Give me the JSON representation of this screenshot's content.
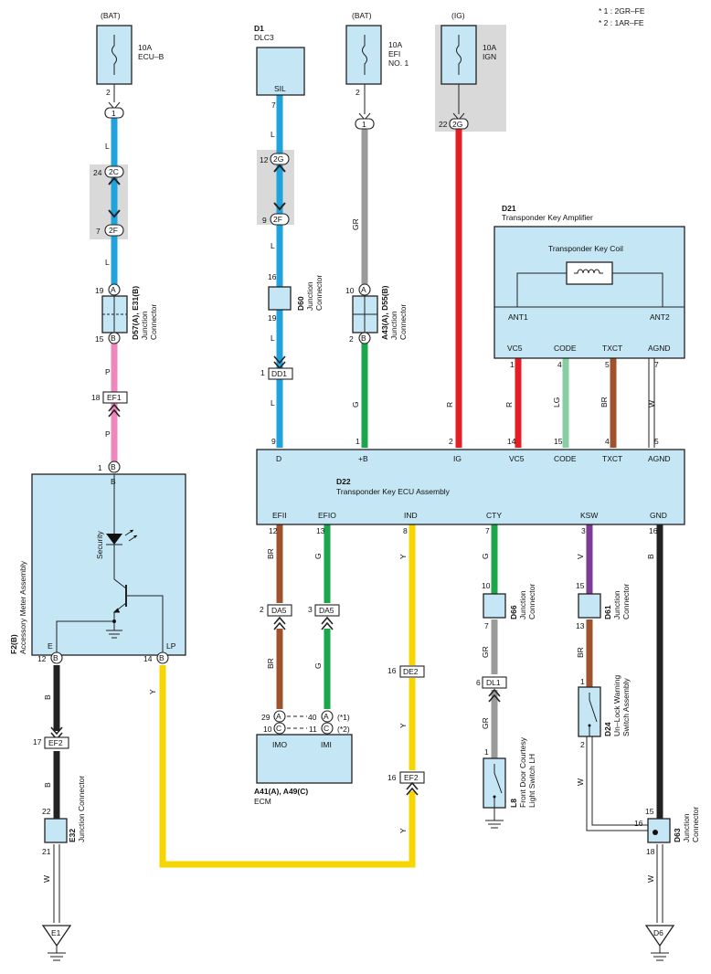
{
  "notes": [
    "* 1 : 2GR–FE",
    "* 2 : 1AR–FE"
  ],
  "colors": {
    "L": "#1ea3dc",
    "P": "#ef86bd",
    "B": "#222222",
    "Y": "#f7d600",
    "R": "#e41e26",
    "GR": "#9a9a9a",
    "G": "#1aa64a",
    "V": "#7d3a96",
    "BR": "#a0522d",
    "LG": "#86cfa0",
    "W": "#ffffff",
    "box_fill": "#c5e6f5",
    "junction_shade": "#d9d9d9"
  },
  "fuses": [
    {
      "source": "(BAT)",
      "rating": "10A",
      "name": "ECU–B"
    },
    {
      "source": "(BAT)",
      "rating": "10A",
      "name": "EFI",
      "name2": "NO. 1"
    },
    {
      "source": "(IG)",
      "rating": "10A",
      "name": "IGN"
    }
  ],
  "dlc3": {
    "id": "D1",
    "name": "DLC3",
    "pin": "SIL"
  },
  "amp": {
    "id": "D21",
    "name": "Transponder Key Amplifier",
    "coil": "Transponder Key Coil",
    "ant1": "ANT1",
    "ant2": "ANT2",
    "pins": [
      "VC5",
      "CODE",
      "TXCT",
      "AGND"
    ],
    "nums": [
      "1",
      "4",
      "5",
      "7"
    ]
  },
  "ecu": {
    "id": "D22",
    "name": "Transponder Key ECU Assembly",
    "top_pins": [
      "D",
      "+B",
      "IG",
      "VC5",
      "CODE",
      "TXCT",
      "AGND"
    ],
    "top_nums": [
      "9",
      "1",
      "2",
      "14",
      "15",
      "4",
      "5"
    ],
    "bot_pins": [
      "EFII",
      "EFIO",
      "IND",
      "CTY",
      "KSW",
      "GND"
    ],
    "bot_nums": [
      "12",
      "13",
      "8",
      "7",
      "3",
      "16"
    ]
  },
  "meter": {
    "id": "F2(B)",
    "name": "Accessory Meter Assembly",
    "security": "Security",
    "pin_b": "B",
    "pin_e": "E",
    "pin_lp": "LP"
  },
  "ecm": {
    "id": "A41(A), A49(C)",
    "name": "ECM",
    "imo": "IMO",
    "imi": "IMI",
    "note1": "(*1)",
    "note2": "(*2)"
  },
  "jc": {
    "d57": {
      "id": "D57(A), E31(B)",
      "l1": "Junction",
      "l2": "Connector"
    },
    "d60": {
      "id": "D60",
      "l1": "Junction",
      "l2": "Connector"
    },
    "a43": {
      "id": "A43(A), D55(B)",
      "l1": "Junction",
      "l2": "Connector"
    },
    "e32": {
      "id": "E32",
      "l1": "Junction Connector"
    },
    "d66": {
      "id": "D66",
      "l1": "Junction",
      "l2": "Connector"
    },
    "d61": {
      "id": "D61",
      "l1": "Junction",
      "l2": "Connector"
    },
    "d63": {
      "id": "D63",
      "l1": "Junction",
      "l2": "Connector"
    },
    "l8": {
      "id": "L8",
      "l1": "Front Door Courtesy",
      "l2": "Light Switch LH"
    },
    "d24": {
      "id": "D24",
      "l1": "Un–Lock Warning",
      "l2": "Switch Assembly"
    }
  },
  "connectors": {
    "ef1": "EF1",
    "ef2": "EF2",
    "dd1": "DD1",
    "da5": "DA5",
    "de2": "DE2",
    "dl1": "DL1",
    "c1": "1",
    "c2c": "2C",
    "c2f": "2F",
    "c2g": "2G",
    "pA": "A",
    "pB": "B",
    "pC": "C"
  },
  "grounds": {
    "e1": "E1",
    "d6": "D6"
  },
  "pin_numbers": {
    "n1": "1",
    "n2": "2",
    "n3": "3",
    "n4": "4",
    "n5": "5",
    "n6": "6",
    "n7": "7",
    "n9": "9",
    "n10": "10",
    "n11": "11",
    "n12": "12",
    "n13": "13",
    "n14": "14",
    "n15": "15",
    "n16": "16",
    "n17": "17",
    "n18": "18",
    "n19": "19",
    "n21": "21",
    "n22": "22",
    "n24": "24",
    "n29": "29",
    "n40": "40"
  },
  "wire_labels": {
    "L": "L",
    "P": "P",
    "B": "B",
    "Y": "Y",
    "R": "R",
    "GR": "GR",
    "G": "G",
    "V": "V",
    "BR": "BR",
    "LG": "LG",
    "W": "W"
  }
}
